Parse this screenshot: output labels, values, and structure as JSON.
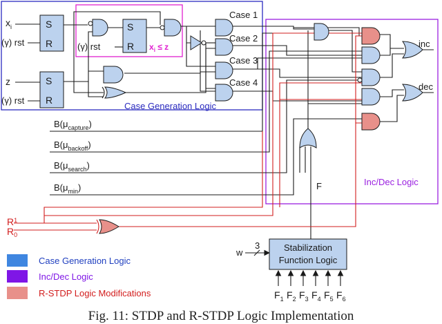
{
  "groups": {
    "case_gen": "Case Generation Logic",
    "inc_dec": "Inc/Dec Logic",
    "compare": "x",
    "compare_sub": "i",
    "compare_rest": " ≤ z"
  },
  "inputs": {
    "x": "x",
    "x_sub": "i",
    "gamma_rst_1": "(γ) rst",
    "gamma_rst_2": "(γ) rst",
    "gamma_rst_3": "(γ) rst",
    "z": "z",
    "b_capture": "B(μ",
    "b_capture_sub": "capture",
    "b_backoff": "B(μ",
    "b_backoff_sub": "backoff",
    "b_search": "B(μ",
    "b_search_sub": "search",
    "b_min": "B(μ",
    "b_min_sub": "min",
    "close_paren": ")",
    "r1": "R",
    "r1_sub": "1",
    "r0": "R",
    "r0_sub": "0",
    "w": "w",
    "w_width": "3"
  },
  "flipflop": {
    "s": "S",
    "r": "R"
  },
  "cases": [
    "Case 1",
    "Case 2",
    "Case 3",
    "Case 4"
  ],
  "outputs": {
    "inc": "inc",
    "dec": "dec",
    "f": "F"
  },
  "stabilization": {
    "line1": "Stabilization",
    "line2": "Function Logic"
  },
  "f_inputs": [
    {
      "label": "F",
      "sub": "1"
    },
    {
      "label": "F",
      "sub": "2"
    },
    {
      "label": "F",
      "sub": "3"
    },
    {
      "label": "F",
      "sub": "4"
    },
    {
      "label": "F",
      "sub": "5"
    },
    {
      "label": "F",
      "sub": "6"
    }
  ],
  "legend": [
    {
      "label": "Case Generation Logic",
      "color": "#3f86e0",
      "text_color": "#1f3fbf"
    },
    {
      "label": "Inc/Dec Logic",
      "color": "#7f16e6",
      "text_color": "#7f16e6"
    },
    {
      "label": "R-STDP Logic Modifications",
      "color": "#e8908a",
      "text_color": "#d21c1c"
    }
  ],
  "colors": {
    "case_gen_border": "#2b2bbf",
    "inc_dec_border": "#9a1fe0",
    "compare_border": "#e020d0",
    "modification_wire": "#d21c1c"
  },
  "caption": "Fig. 11: STDP and R-STDP Logic Implementation"
}
